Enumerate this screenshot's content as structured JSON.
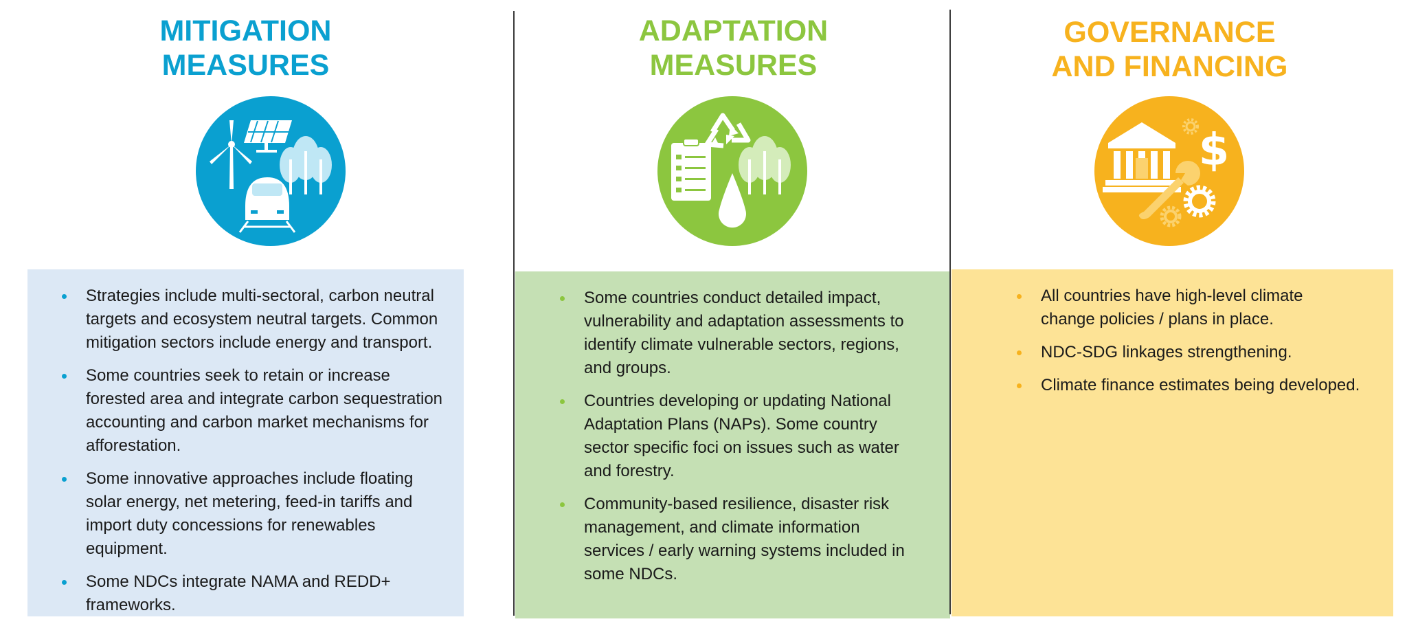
{
  "columns": [
    {
      "title_lines": [
        "MITIGATION",
        "MEASURES"
      ],
      "colors": {
        "accent": "#0aa0d0",
        "panel": "#dce8f5"
      },
      "icon": "energy-transport-forest-icon",
      "bullets": [
        "Strategies include multi-sectoral, carbon neutral targets and ecosystem neutral targets. Common mitigation sectors include energy and transport.",
        "Some countries seek to retain or increase forested area and integrate carbon sequestration accounting and carbon market mechanisms for afforestation.",
        "Some innovative approaches include floating solar energy, net metering, feed-in tariffs and import duty concessions for renewables equipment.",
        "Some NDCs integrate NAMA and REDD+ frameworks."
      ]
    },
    {
      "title_lines": [
        "ADAPTATION",
        "MEASURES"
      ],
      "colors": {
        "accent": "#8cc63f",
        "panel": "#c5e0b4"
      },
      "icon": "recycle-checklist-water-forest-icon",
      "bullets": [
        "Some countries conduct detailed impact, vulnerability and adaptation assessments to identify climate vulnerable sectors, regions, and groups.",
        "Countries developing or updating National Adaptation Plans (NAPs). Some country sector specific foci on issues such as water and forestry.",
        "Community-based resilience, disaster risk management, and climate information services / early warning systems included in some NDCs."
      ]
    },
    {
      "title_lines": [
        "GOVERNANCE",
        "AND FINANCING"
      ],
      "colors": {
        "accent": "#f7b21e",
        "panel": "#fde396"
      },
      "icon": "bank-dollar-gear-icon",
      "bullets": [
        "All countries have high-level climate change policies / plans in place.",
        "NDC-SDG linkages strengthening.",
        "Climate finance estimates being developed."
      ]
    }
  ]
}
